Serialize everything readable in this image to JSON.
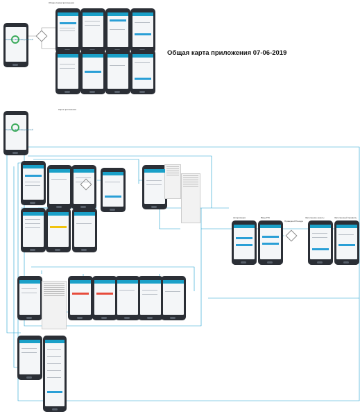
{
  "map_title": "Общая карта приложения 07-06-2019",
  "top_section": {
    "label": "Общая схема приложения"
  },
  "app_section": {
    "label": "Карта приложения"
  },
  "launcher": {
    "name": "Xcellat от Фармаведомостей"
  },
  "screens_mid": {
    "auth": "Авторизация",
    "enter_pin": "Ввод PIN",
    "check_pin": "Проверка PIN-кода",
    "service_account": "Заполнение анкеты",
    "pharmacy_profile": "Заполненный профиль"
  },
  "colors": {
    "link": "#1a9fd0",
    "accent": "#2a9fd6",
    "phone": "#2b2f36"
  }
}
